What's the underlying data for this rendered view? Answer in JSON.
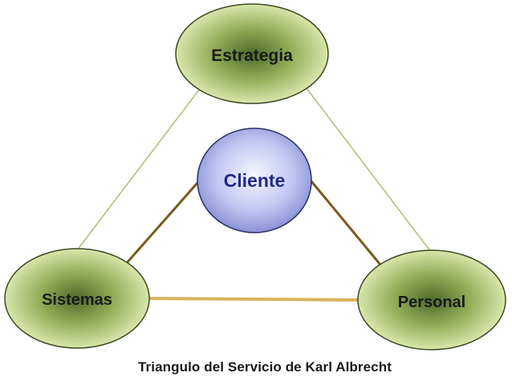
{
  "diagram": {
    "nodes": {
      "strategy": {
        "label": "Estrategia"
      },
      "client": {
        "label": "Cliente"
      },
      "systems": {
        "label": "Sistemas"
      },
      "personnel": {
        "label": "Personal"
      }
    },
    "caption": "Triangulo del Servicio de Karl Albrecht"
  },
  "colors": {
    "outer_node_fill_light": "#e6f0b4",
    "outer_node_fill_dark": "#5b7a34",
    "outer_node_stroke": "#3d4a22",
    "client_fill_light": "#f2f4ff",
    "client_fill_dark": "#7f86d0",
    "client_stroke": "#2a2f66",
    "client_text": "#1d2a8a",
    "outer_text": "#1a1a1a",
    "thin_line": "#a9bf7a",
    "thick_line": "#7a5a20",
    "base_line": "#d8b45a"
  }
}
